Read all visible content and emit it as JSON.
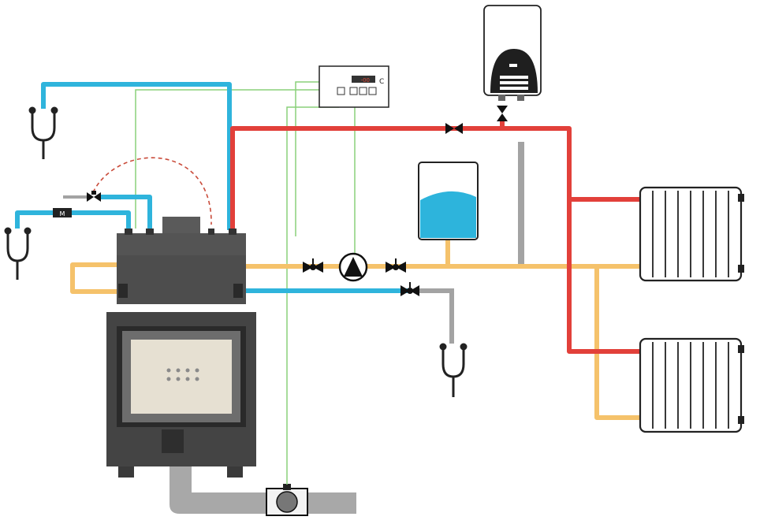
{
  "colors": {
    "hot": "#e2403a",
    "return": "#f5c26b",
    "cold": "#2fb4dc",
    "neutral": "#a3a3a3",
    "control": "#7fcf6a",
    "dashed": "#c94b3a",
    "fireplace_body": "#4a4a4a",
    "water": "#2db4dc"
  },
  "labels": {
    "controller_letter": "C",
    "controller_display": "-00",
    "motor_valve": "M"
  },
  "icons": {
    "pump": "pump-icon",
    "valve": "ball-valve-icon",
    "tap": "drain-tap-icon",
    "radiator": "radiator-icon",
    "boiler": "wall-boiler-icon",
    "tank": "expansion-tank-icon",
    "damper": "flue-damper-icon"
  }
}
